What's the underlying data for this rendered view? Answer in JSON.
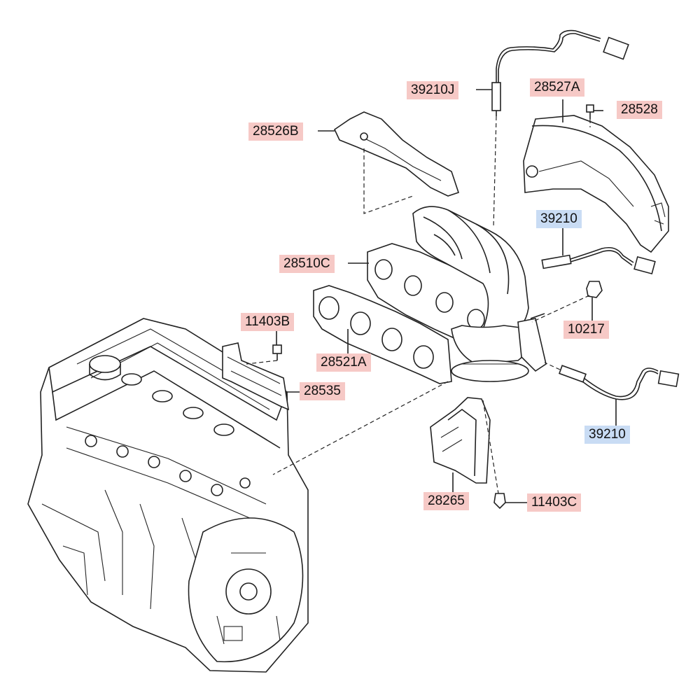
{
  "diagram": {
    "labels": [
      {
        "id": "39210J",
        "text": "39210J",
        "color": "#f6c9c6"
      },
      {
        "id": "28527A",
        "text": "28527A",
        "color": "#f6c9c6"
      },
      {
        "id": "28528",
        "text": "28528",
        "color": "#f6c9c6"
      },
      {
        "id": "28526B",
        "text": "28526B",
        "color": "#f6c9c6"
      },
      {
        "id": "39210-upper",
        "text": "39210",
        "color": "#c9dcf4"
      },
      {
        "id": "28510C",
        "text": "28510C",
        "color": "#f6c9c6"
      },
      {
        "id": "11403B",
        "text": "11403B",
        "color": "#f6c9c6"
      },
      {
        "id": "10217",
        "text": "10217",
        "color": "#f6c9c6"
      },
      {
        "id": "28521A",
        "text": "28521A",
        "color": "#f6c9c6"
      },
      {
        "id": "28535",
        "text": "28535",
        "color": "#f6c9c6"
      },
      {
        "id": "39210-lower",
        "text": "39210",
        "color": "#c9dcf4"
      },
      {
        "id": "28265",
        "text": "28265",
        "color": "#f6c9c6"
      },
      {
        "id": "11403C",
        "text": "11403C",
        "color": "#f6c9c6"
      }
    ]
  }
}
